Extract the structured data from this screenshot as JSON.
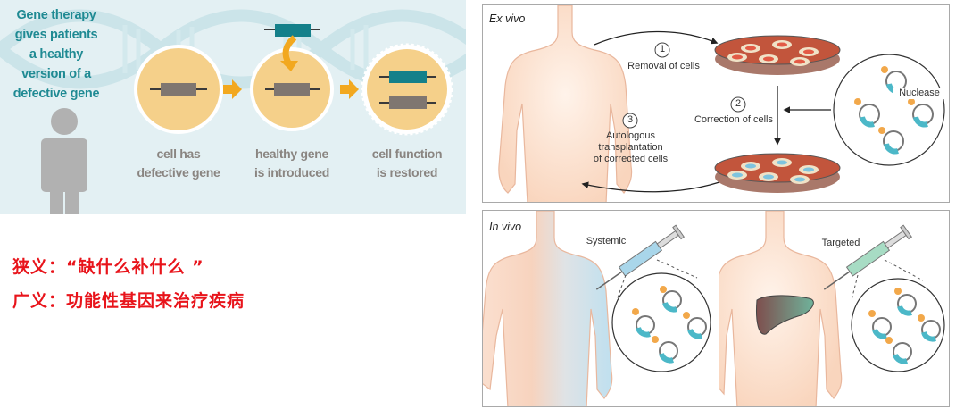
{
  "infographic": {
    "intro_text": [
      "Gene therapy",
      "gives patients",
      "a healthy",
      "version of a",
      "defective gene"
    ],
    "steps": [
      {
        "caption": [
          "cell has",
          "defective gene"
        ]
      },
      {
        "caption": [
          "healthy gene",
          "is introduced"
        ]
      },
      {
        "caption": [
          "cell function",
          "is restored"
        ]
      }
    ],
    "colors": {
      "background": "#e3f0f3",
      "cell": "#f5d08a",
      "healthy_gene": "#14808a",
      "defective_gene": "#7f7670",
      "arrow": "#f2a81f",
      "title_text": "#1f8a93",
      "caption_text": "#8a8581",
      "person": "#b1b1b1"
    }
  },
  "definitions": {
    "narrow": "狭义：“缺什么补什么 ”",
    "broad": "广义：功能性基因来治疗疾病",
    "color": "#e8141b"
  },
  "ex_vivo": {
    "title": "Ex vivo",
    "step1_number": "1",
    "step1_label": "Removal of cells",
    "step2_number": "2",
    "step2_label": "Correction of cells",
    "step3_number": "3",
    "step3_label": [
      "Autologous",
      "transplantation",
      "of corrected cells"
    ],
    "nuclease_label": "Nuclease"
  },
  "in_vivo": {
    "title": "In vivo",
    "systemic_label": "Systemic",
    "targeted_label": "Targeted"
  }
}
